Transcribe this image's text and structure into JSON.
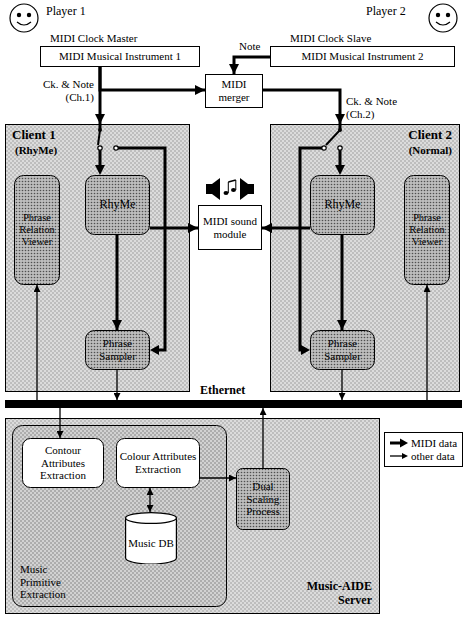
{
  "diagram": {
    "nodes": [
      {
        "text": [
          "MIDI Clock Master",
          "MIDI Musical Instrument 1"
        ]
      },
      {
        "text": [
          "MIDI Clock Slave",
          "MIDI Musical Instrument 2"
        ]
      },
      {
        "text": [
          "MIDI merger"
        ]
      },
      {
        "text": [
          "Client 1",
          "(RhyMe)"
        ]
      },
      {
        "text": [
          "Phrase Relation Viewer"
        ],
        "in": 3
      },
      {
        "text": [
          "RhyMe"
        ],
        "in": 3
      },
      {
        "text": [
          "Phrase Sampler"
        ],
        "in": 3
      },
      {
        "text": [
          "MIDI sound module"
        ]
      },
      {
        "text": [
          "Client 2",
          "(Normal)"
        ]
      },
      {
        "text": [
          "RhyMe"
        ],
        "in": 8
      },
      {
        "text": [
          "Phrase Sampler"
        ],
        "in": 8
      },
      {
        "text": [
          "Phrase Relation Viewer"
        ],
        "in": 8
      },
      {
        "text": [
          "Ethernet"
        ]
      },
      {
        "text": [
          "Music-AIDE Server"
        ]
      },
      {
        "text": [
          "Music Primitive Extraction"
        ],
        "in": 13
      },
      {
        "text": [
          "Contour Attributes Extraction"
        ],
        "in": 14
      },
      {
        "text": [
          "Colour Attributes Extraction"
        ],
        "in": 14
      },
      {
        "text": [
          "Music DB"
        ],
        "in": 14
      },
      {
        "text": [
          "Dual Scaling Process"
        ],
        "in": 13
      }
    ],
    "edges": [
      {
        "from": 0,
        "to": 3,
        "arrow": "to"
      },
      {
        "from": 0,
        "to": 2,
        "arrow": "to"
      },
      {
        "from": 1,
        "to": 2,
        "label": "Note",
        "arrow": "to"
      },
      {
        "from": 2,
        "to": 8,
        "arrow": "to"
      },
      {
        "from": 5,
        "to": 6,
        "arrow": "to"
      },
      {
        "from": 5,
        "to": 7,
        "arrow": "to"
      },
      {
        "from": 9,
        "to": 10,
        "arrow": "to"
      },
      {
        "from": 9,
        "to": 7,
        "arrow": "to"
      },
      {
        "from": 6,
        "to": 12,
        "arrow": "to"
      },
      {
        "from": 10,
        "to": 12,
        "arrow": "to"
      },
      {
        "from": 12,
        "to": 4,
        "arrow": "to"
      },
      {
        "from": 12,
        "to": 11,
        "arrow": "to"
      },
      {
        "from": 12,
        "to": 15,
        "arrow": "to"
      },
      {
        "from": 18,
        "to": 12,
        "arrow": "to"
      },
      {
        "from": 16,
        "to": 18,
        "arrow": "to"
      },
      {
        "from": 16,
        "to": 17,
        "arrow": "both"
      }
    ],
    "labels": [
      "Player 1",
      "Player 2",
      "Ck. & Note (Ch.1)",
      "Ck. & Note (Ch.2)"
    ],
    "legend": [
      {
        "text": "MIDI data"
      },
      {
        "text": "other data"
      }
    ]
  }
}
